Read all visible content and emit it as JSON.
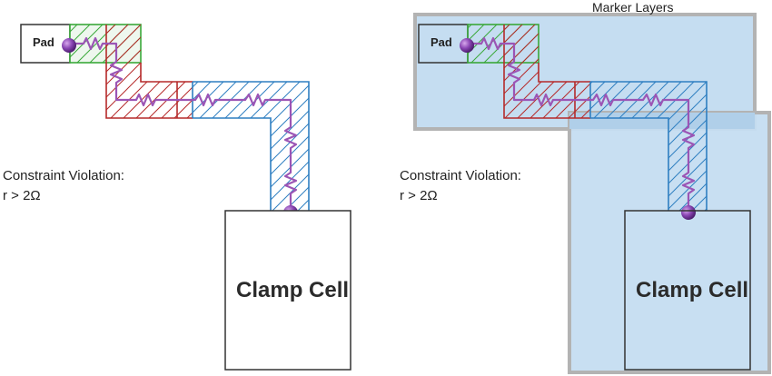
{
  "left_panel": {
    "pad_label": "Pad",
    "cell_label": "Clamp Cell",
    "violation_line1": "Constraint Violation:",
    "violation_line2": "r > 2Ω"
  },
  "right_panel": {
    "marker_layers_label": "Marker Layers",
    "pad_label": "Pad",
    "cell_label": "Clamp Cell",
    "violation_line1": "Constraint Violation:",
    "violation_line2": "r > 2Ω"
  },
  "colors": {
    "green": "#3aa83a",
    "red": "#b52a2a",
    "blue": "#2f7fc1",
    "resistor": "#9b55b5",
    "node": "#7b3fa0",
    "marker_fill": "#c5ddf1",
    "marker_border": "#b3b3b3"
  },
  "icons": {
    "node": "purple-sphere-icon",
    "resistor": "zigzag-resistor-icon"
  }
}
